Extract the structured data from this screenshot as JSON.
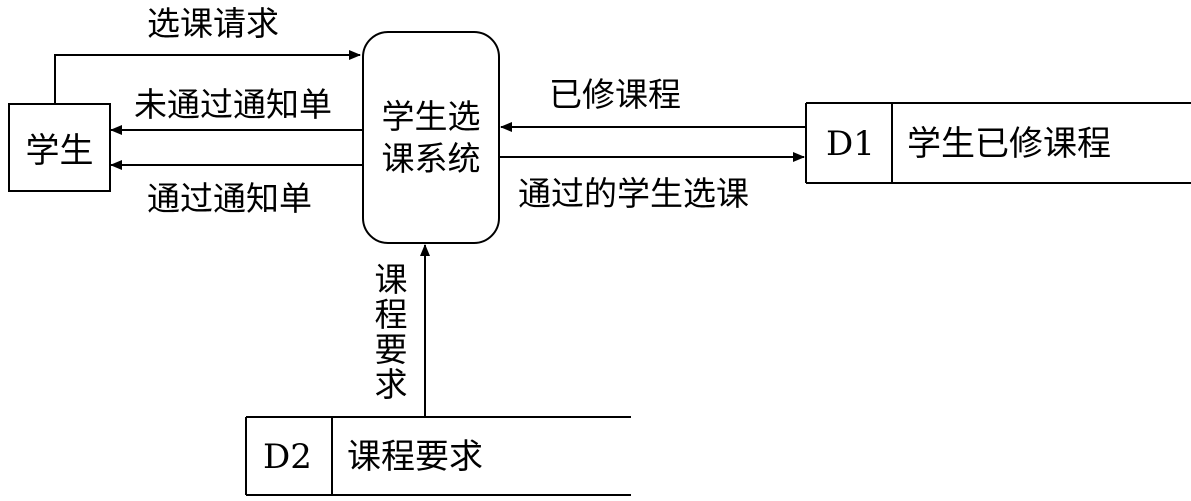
{
  "entities": {
    "student": "学生"
  },
  "process": {
    "name": "学生选课系统"
  },
  "stores": {
    "d1": {
      "id": "D1",
      "name": "学生已修课程"
    },
    "d2": {
      "id": "D2",
      "name": "课程要求"
    }
  },
  "flows": {
    "course_request": "选课请求",
    "fail_notice": "未通过通知单",
    "pass_notice": "通过通知单",
    "completed_courses": "已修课程",
    "approved_selection": "通过的学生选课",
    "course_requirements": "课程要求"
  }
}
